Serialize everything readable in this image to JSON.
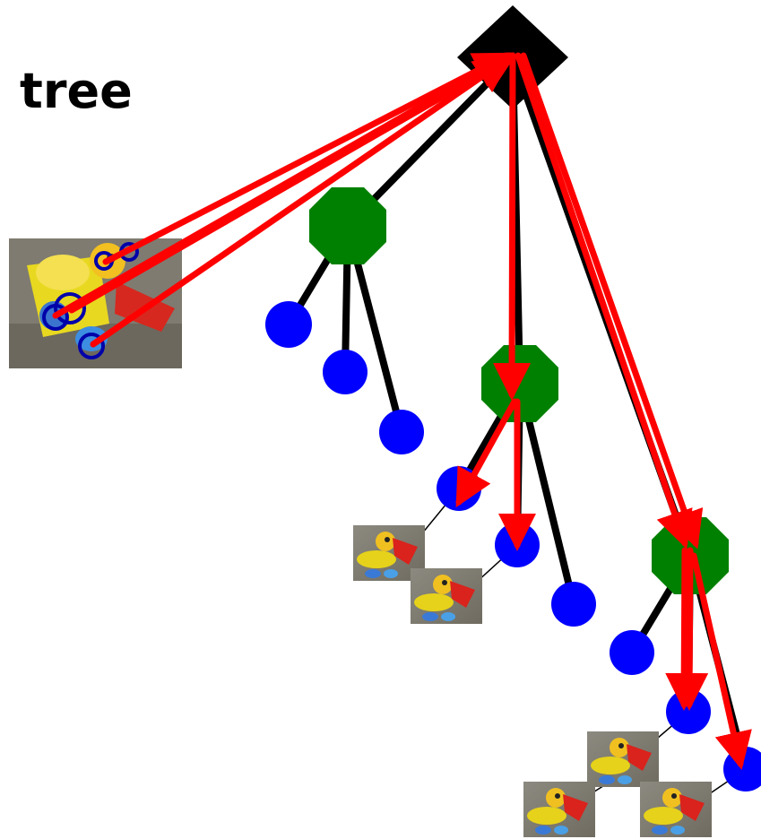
{
  "title": "tree",
  "colors": {
    "root": "#000000",
    "internal_node": "#008000",
    "leaf_node": "#0000ff",
    "tree_edge": "#000000",
    "arrow": "#ff0000",
    "feature_circle": "#0000aa"
  },
  "icons": {
    "root_node": "black-diamond",
    "internal_node": "green-octagon",
    "leaf_node": "blue-circle",
    "query_image": "toy-duck-photo",
    "leaf_image": "toy-duck-thumbnail"
  }
}
